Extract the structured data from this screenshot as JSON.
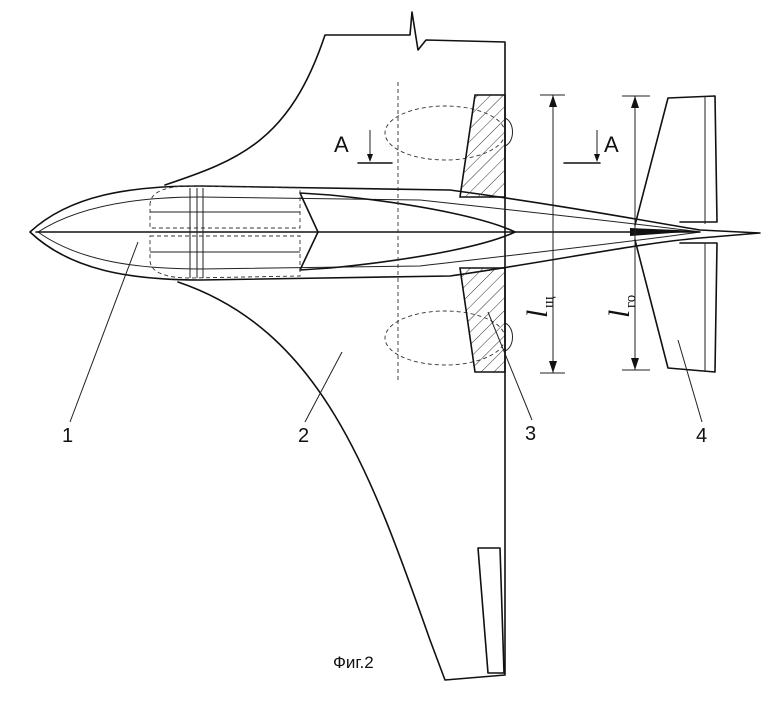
{
  "labels": {
    "fuselage": "1",
    "wing": "2",
    "flap": "3",
    "stabilizer": "4"
  },
  "section": {
    "left": "A",
    "right": "A"
  },
  "dimensions": {
    "flap_span_symbol": "l",
    "flap_span_subscript": "щ",
    "stab_span_symbol": "l",
    "stab_span_subscript": "го"
  },
  "caption": "Фиг.2",
  "colors": {
    "line": "#111111",
    "hatch": "#333333",
    "background": "#ffffff"
  }
}
